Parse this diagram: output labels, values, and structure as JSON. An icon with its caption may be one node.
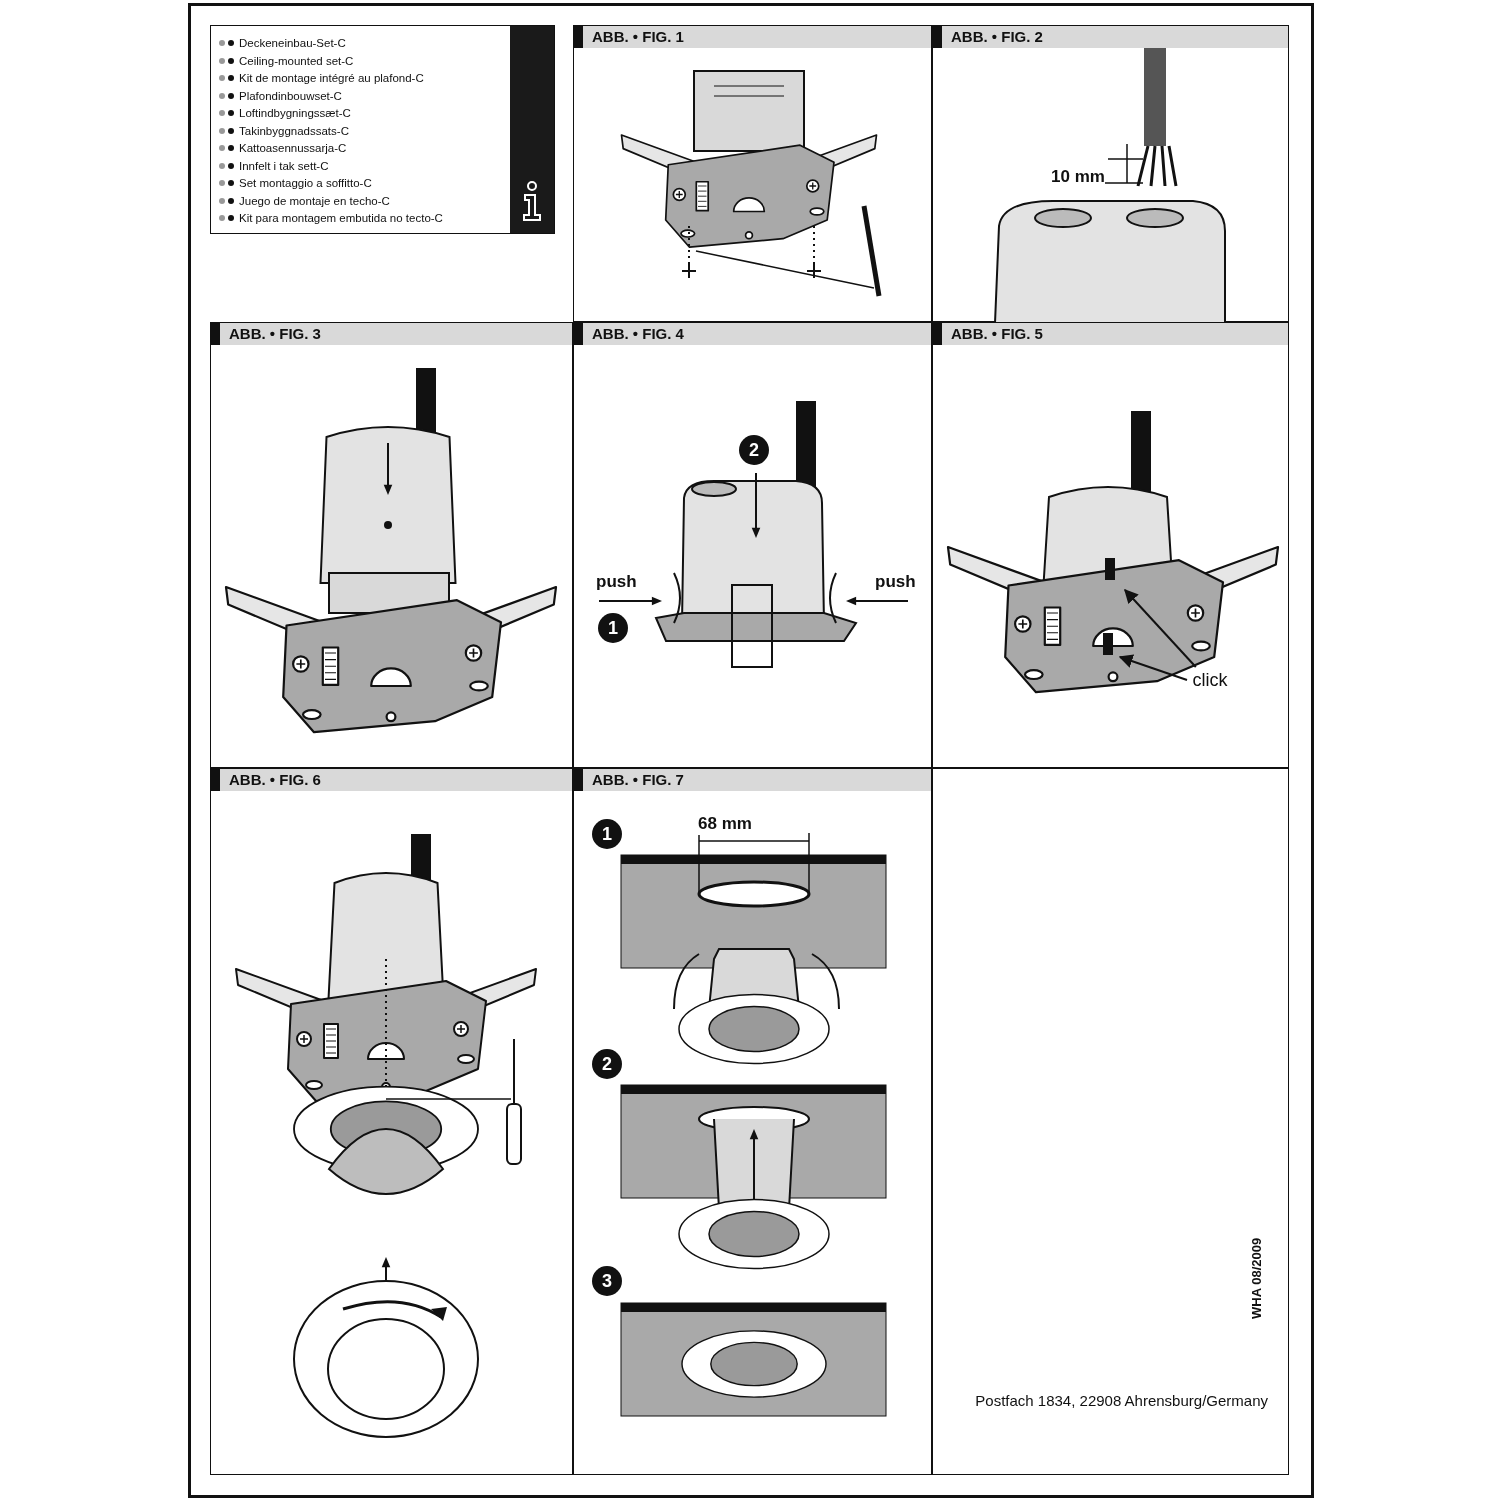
{
  "diagram": {
    "nodes": [
      {
        "text": [
          "Deckeneinbau-Set-C",
          "Ceiling-mounted set-C",
          "Kit de montage intégré au plafond-C",
          "Plafondinbouwset-C",
          "Loftindbygningssæt-C",
          "Takinbyggnadssats-C",
          "Kattoasennussarja-C",
          "Innfelt i tak sett-C",
          "Set montaggio a soffitto-C",
          "Juego de montaje en techo-C",
          "Kit para montagem embutida no tecto-C"
        ]
      },
      {
        "text": [
          "ABB. • FIG. 1"
        ]
      },
      {
        "text": [
          "ABB. • FIG. 2",
          "10 mm"
        ]
      },
      {
        "text": [
          "ABB. • FIG. 3"
        ]
      },
      {
        "text": [
          "ABB. • FIG. 4",
          "2",
          "push",
          "1",
          "push"
        ]
      },
      {
        "text": [
          "ABB. • FIG. 5"
        ]
      },
      {
        "text": [
          "ABB. • FIG. 6"
        ]
      },
      {
        "text": [
          "ABB. • FIG. 7",
          "68 mm",
          "1",
          "2",
          "3"
        ]
      },
      {
        "text": [
          "click"
        ],
        "in": 5
      },
      {
        "text": [
          "WHA 08/2009",
          "Postfach 1834, 22908 Ahrensburg/Germany"
        ]
      }
    ],
    "edges": [
      {
        "from": 8,
        "to": null,
        "arrow": "to"
      },
      {
        "from": 8,
        "to": null,
        "arrow": "to"
      }
    ]
  }
}
